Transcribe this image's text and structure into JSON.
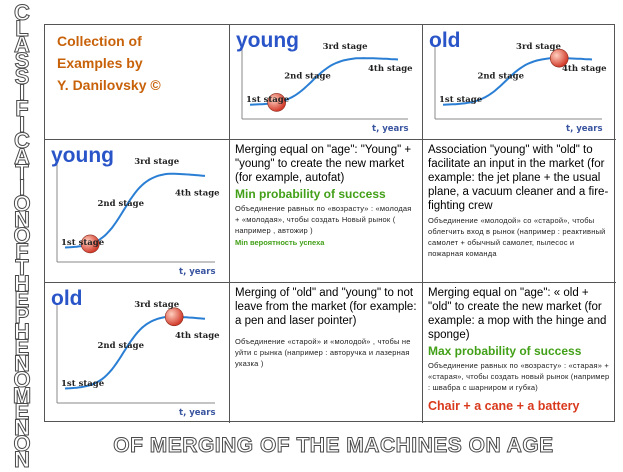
{
  "side_title": "CLASSIFICATION OF THE PHENOMENON",
  "bottom_title": "OF MERGING OF THE MACHINES ON AGE",
  "collection": [
    "Collection of",
    "Examples by",
    "Y. Danilovsky ©"
  ],
  "graph_labels": {
    "stage1": "1st stage",
    "stage2": "2nd stage",
    "stage3": "3rd stage",
    "stage4": "4th stage",
    "axis_x": "t, years"
  },
  "graphs": {
    "top_young": {
      "label": "young",
      "ball_t": 0.18
    },
    "top_old": {
      "label": "old",
      "ball_t": 0.78
    },
    "row_young": {
      "label": "young",
      "ball_t": 0.18
    },
    "row_old": {
      "label": "old",
      "ball_t": 0.78
    }
  },
  "cells": {
    "young_young": {
      "text": "Merging equal on \"age\": \"Young\" + \"young\" to create the new market (for example, autofat)",
      "highlight": "Min probability of success",
      "ru": "Объединение равных по «возрасту» : «молодая + «молодая», чтобы создать Новый рынок ( например , автожир )",
      "ru_highlight": "Min вероятность успеха"
    },
    "young_old": {
      "text": "Association \"young\" with \"old\" to facilitate an input in the market (for example: the jet plane + the usual plane, a vacuum cleaner and a fire-fighting crew",
      "ru": "Объединение «молодой» со «старой», чтобы облегчить вход в рынок (например : реактивный самолет + обычный самолет, пылесос и пожарная команда"
    },
    "old_young": {
      "text": "Merging of \"old\" and \"young\" to not leave from the market (for example: a pen and laser pointer)",
      "ru": "Объединение «старой» и «молодой» , чтобы не уйти с рынка (например : авторучка и лазерная указка )"
    },
    "old_old": {
      "text": "Merging equal on \"age\": « old + \"old\" to create the new market (for example: a mop with the hinge and sponge)",
      "highlight": "Max probability of success",
      "ru": "Объединение равных по «возрасту» : «старая» + «старая», чтобы создать новый рынок (например : швабра с шарниром и губка)",
      "red": "Chair + a cane + a battery"
    }
  },
  "colors": {
    "title_color": "#c8620a",
    "label_color": "#2a55c8",
    "curve": "#2a7fd4",
    "ball": "#d23b2b",
    "green": "#42a018",
    "red": "#d9391c"
  }
}
